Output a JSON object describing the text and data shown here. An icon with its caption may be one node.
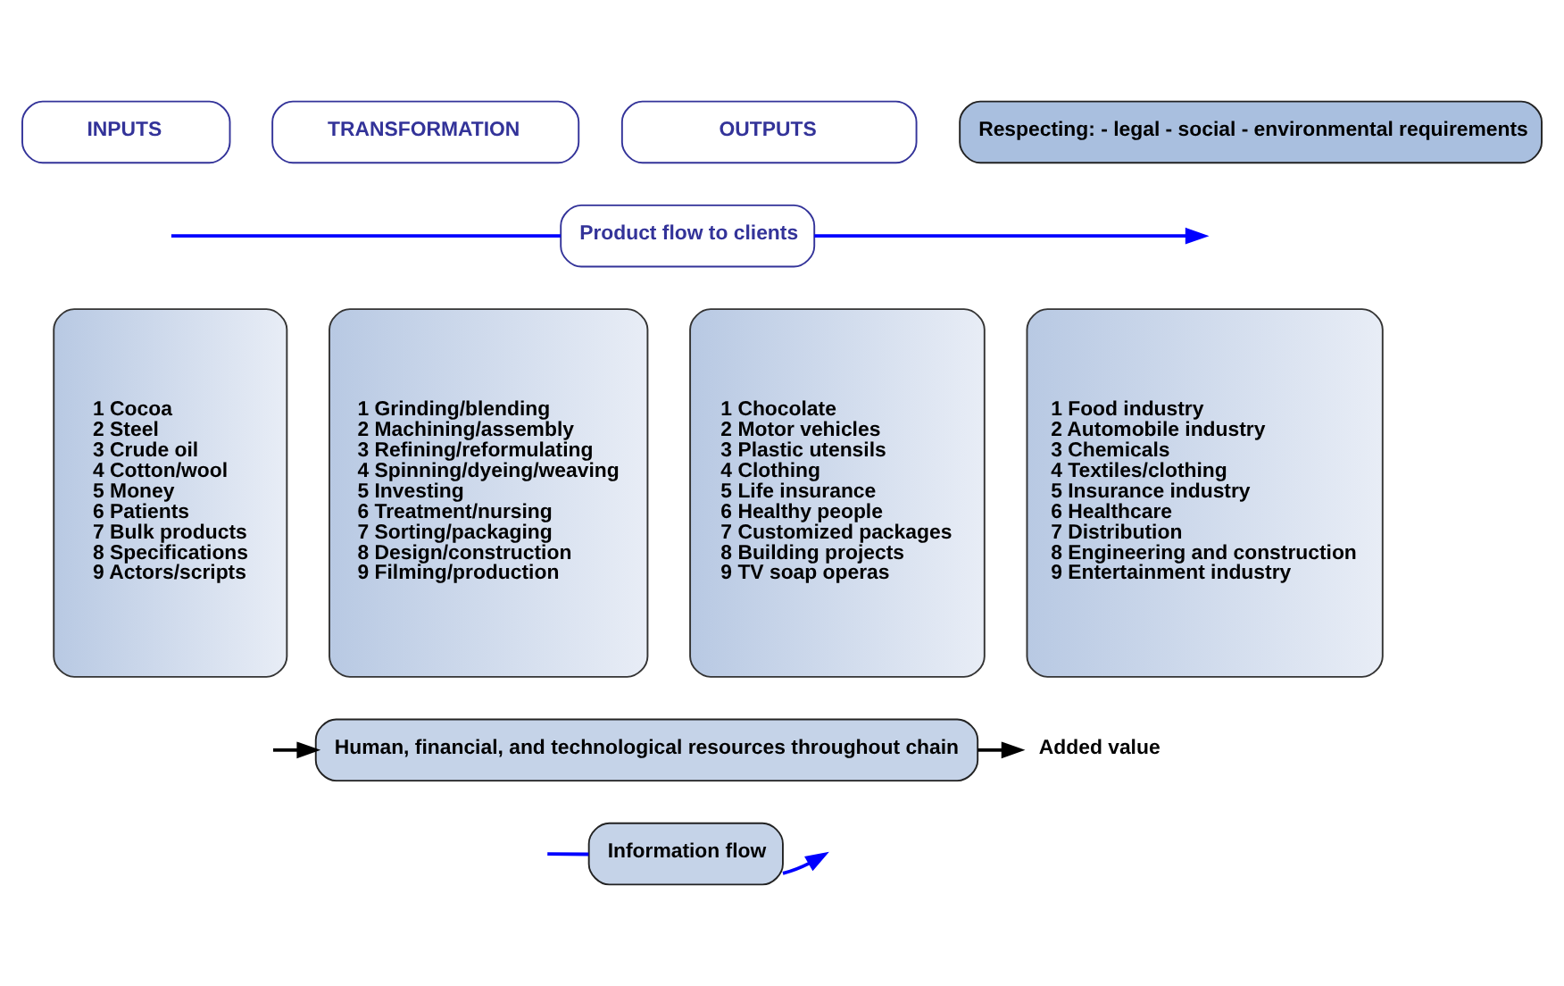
{
  "diagram": {
    "nodes": [
      {
        "text": [
          "Respecting: - legal - social - environmental requirements"
        ]
      },
      {
        "text": [
          "INPUTS"
        ]
      },
      {
        "text": [
          "TRANSFORMATION"
        ]
      },
      {
        "text": [
          "OUTPUTS"
        ]
      },
      {
        "text": [
          "Product flow to clients"
        ]
      },
      {
        "text": [
          "1 Cocoa",
          "2 Steel",
          "3 Crude oil",
          "4 Cotton/wool",
          "5 Money",
          "6 Patients",
          "7 Bulk products",
          "8 Specifications",
          "9 Actors/scripts"
        ]
      },
      {
        "text": [
          "1 Grinding/blending",
          "2 Machining/assembly",
          "3 Refining/reformulating",
          "4 Spinning/dyeing/weaving",
          "5 Investing",
          "6 Treatment/nursing",
          "7 Sorting/packaging",
          "8 Design/construction",
          "9 Filming/production"
        ]
      },
      {
        "text": [
          "1 Chocolate",
          "2 Motor vehicles",
          "3 Plastic utensils",
          "4 Clothing",
          "5 Life insurance",
          "6 Healthy people",
          "7 Customized packages",
          "8 Building projects",
          "9 TV soap operas"
        ]
      },
      {
        "text": [
          "1 Food industry",
          "2 Automobile industry",
          "3 Chemicals",
          "4 Textiles/clothing",
          "5 Insurance industry",
          "6 Healthcare",
          "7 Distribution",
          "8 Engineering and construction",
          "9 Entertainment industry"
        ]
      },
      {
        "text": [
          "Human, financial, and technological resources throughout chain"
        ]
      },
      {
        "text": [
          "Added value"
        ]
      },
      {
        "text": [
          "Information flow"
        ]
      }
    ],
    "edges": [
      {
        "from": null,
        "to": 4,
        "arrow": "none",
        "color": "#0000ff"
      },
      {
        "from": 4,
        "to": null,
        "arrow": "to",
        "color": "#0000ff"
      },
      {
        "from": null,
        "to": 9,
        "arrow": "to",
        "color": "#000000"
      },
      {
        "from": 9,
        "to": 10,
        "arrow": "to",
        "color": "#000000"
      },
      {
        "from": null,
        "to": 11,
        "arrow": "none",
        "color": "#0000ff"
      },
      {
        "from": 11,
        "to": null,
        "arrow": "to",
        "color": "#0000ff"
      }
    ]
  }
}
